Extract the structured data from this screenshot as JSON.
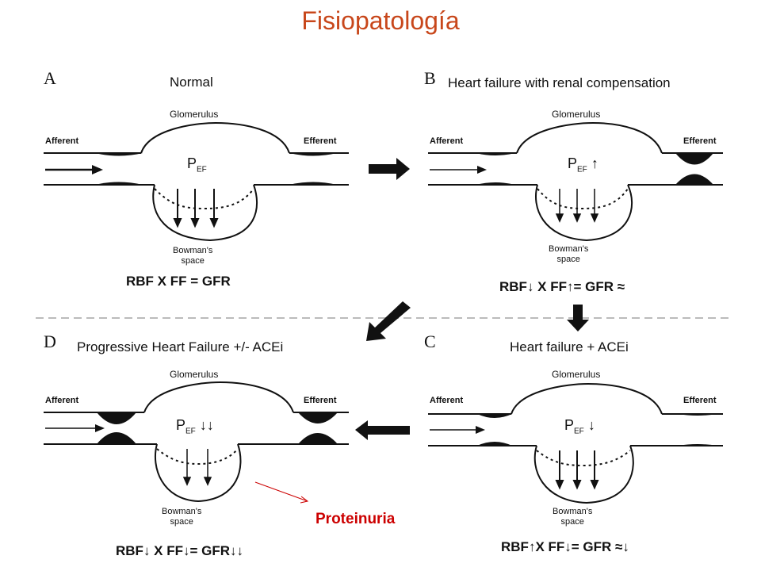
{
  "title": "Fisiopatología",
  "labels": {
    "glomerulus": "Glomerulus",
    "afferent": "Afferent",
    "efferent": "Efferent",
    "bowman_line1": "Bowman's",
    "bowman_line2": "space",
    "pef_main": "P",
    "pef_sub": "EF"
  },
  "panels": {
    "A": {
      "letter": "A",
      "title": "Normal",
      "pef_arrow": "",
      "equation": "RBF X FF = GFR"
    },
    "B": {
      "letter": "B",
      "title": "Heart failure with renal compensation",
      "pef_arrow": "↑",
      "equation": "RBF↓ X FF↑= GFR ≈"
    },
    "C": {
      "letter": "C",
      "title": "Heart failure + ACEi",
      "pef_arrow": "↓",
      "equation": "RBF↑X FF↓= GFR ≈↓"
    },
    "D": {
      "letter": "D",
      "title": "Progressive Heart Failure +/- ACEi",
      "pef_arrow": "↓↓",
      "equation": "RBF↓ X FF↓= GFR↓↓"
    }
  },
  "annotation": "Proteinuria",
  "colors": {
    "title": "#c8471b",
    "annotation": "#cc0000",
    "line": "#111111"
  }
}
